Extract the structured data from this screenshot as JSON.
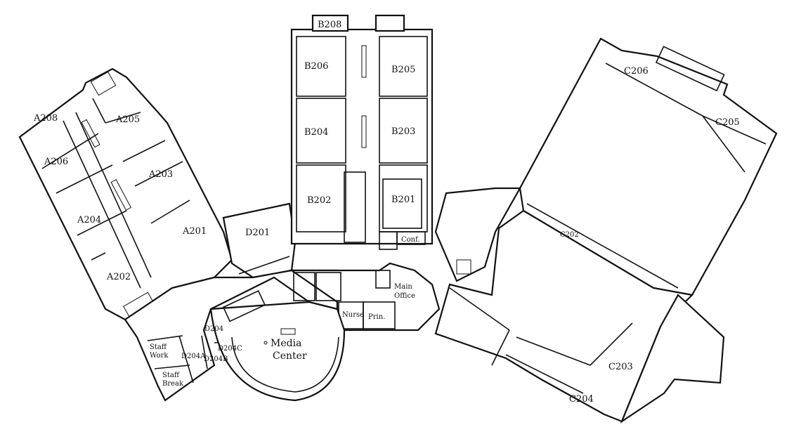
{
  "plan": {
    "wing_a": {
      "rooms": [
        "A208",
        "A205",
        "A206",
        "A203",
        "A204",
        "A201",
        "A202"
      ]
    },
    "wing_b": {
      "rooms": [
        "B208",
        "B206",
        "B205",
        "B204",
        "B203",
        "B202",
        "B201",
        "Conf."
      ]
    },
    "wing_c": {
      "rooms": [
        "C206",
        "C205",
        "C202",
        "C203",
        "C204"
      ]
    },
    "wing_d": {
      "rooms": [
        "D201",
        "D204",
        "D204A",
        "D204B",
        "D204C"
      ]
    },
    "staff": {
      "work": [
        "Staff",
        "Work"
      ],
      "break": [
        "Staff",
        "Break"
      ]
    },
    "office": {
      "main": [
        "Main",
        "Office"
      ],
      "nurse": "Nurse",
      "principal": "Prin."
    },
    "media_center": [
      "Media",
      "Center"
    ]
  }
}
